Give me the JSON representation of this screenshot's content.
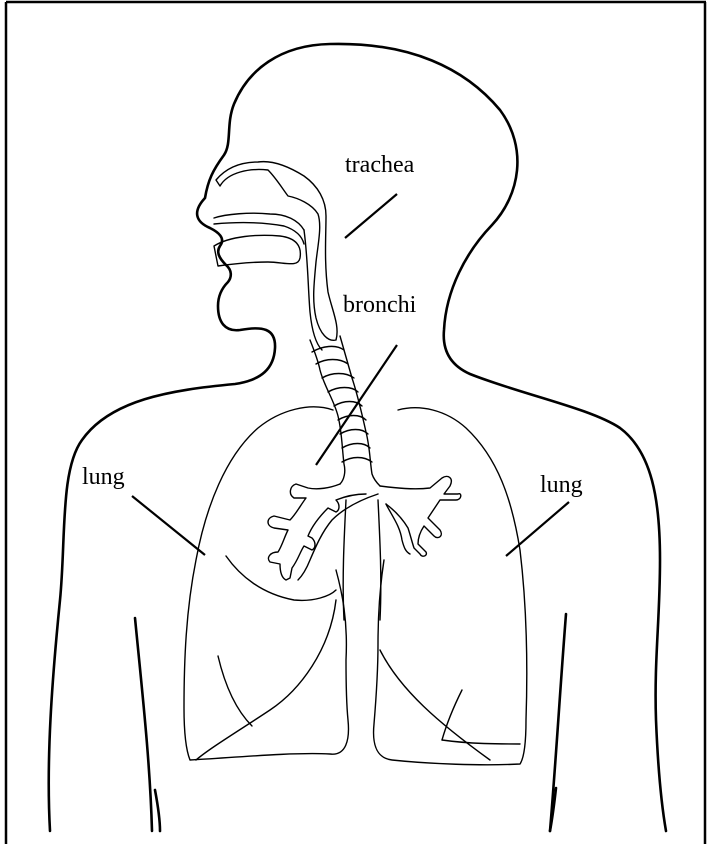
{
  "labels": {
    "trachea": "trachea",
    "bronchi": "bronchi",
    "lung_left": "lung",
    "lung_right": "lung"
  },
  "colors": {
    "line": "#000000",
    "background": "#ffffff"
  }
}
